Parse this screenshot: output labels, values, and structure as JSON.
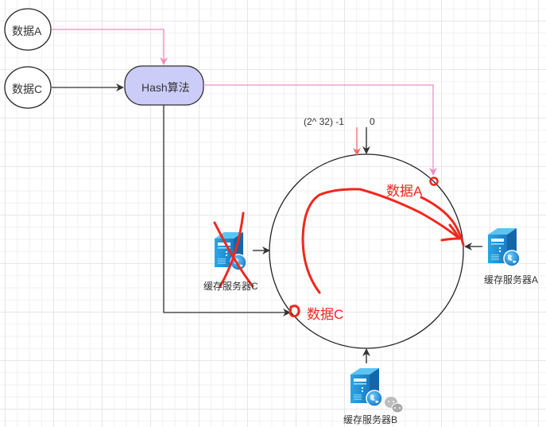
{
  "nodes": {
    "data_a": "数据A",
    "data_c": "数据C",
    "hash": "Hash算法"
  },
  "ring": {
    "label_max": "(2^ 32)  -1",
    "label_zero": "0"
  },
  "servers": {
    "a": "缓存服务器A",
    "b": "缓存服务器B",
    "c": "缓存服务器C"
  },
  "annotations": {
    "data_a_on_ring": "数据A",
    "data_c_on_ring": "数据C"
  },
  "colors": {
    "pink_edge": "#f08cc0",
    "red_mark": "#f0281e",
    "hash_fill": "#ccccf8",
    "edge": "#333333"
  },
  "icons": {
    "server": "server-globe-icon",
    "wechat": "wechat-icon",
    "cross": "red-x-mark"
  }
}
